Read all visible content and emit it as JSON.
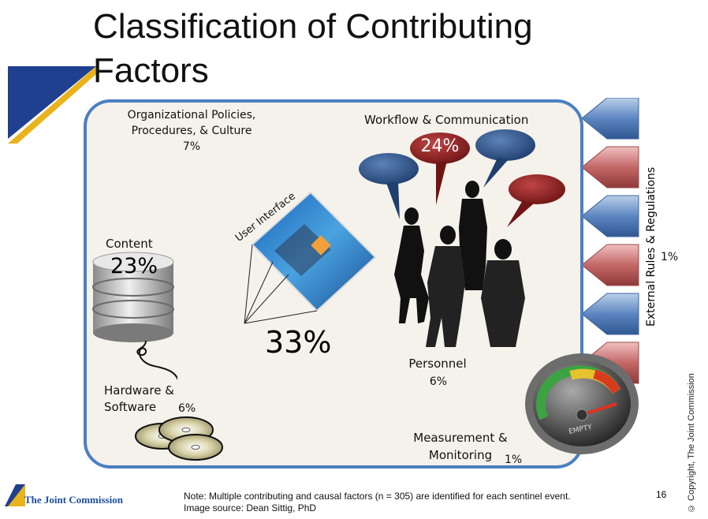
{
  "title": "Classification of Contributing Factors",
  "labels": {
    "org_policies": "Organizational Policies, Procedures, & Culture",
    "org_policies_pct": "7%",
    "workflow": "Workflow & Communication",
    "workflow_pct": "24%",
    "content": "Content",
    "content_pct": "23%",
    "user_interface": "User Interface",
    "user_interface_pct": "33%",
    "personnel": "Personnel",
    "personnel_pct": "6%",
    "hardware": "Hardware & Software",
    "hardware_pct": "6%",
    "measurement": "Measurement & Monitoring",
    "measurement_pct": "1%",
    "external": "External Rules & Regulations",
    "external_pct": "1%"
  },
  "gauge_text": "EMPTY",
  "footer": {
    "logo": "The Joint Commission",
    "note": "Note: Multiple contributing and causal factors (n = 305) are identified for each sentinel event.",
    "source": "Image source: Dean Sittig, PhD",
    "slide_number": "16",
    "copyright": "© Copyright, The Joint Commission"
  },
  "colors": {
    "border": "#4c7ec2",
    "box_fill": "#f4f2ea",
    "bubble_blue": "#2c4f82",
    "bubble_red": "#8c1f1f",
    "arrow_blue": "#4f7ab8",
    "arrow_red": "#b05050",
    "accent_yellow": "#e9b31c",
    "accent_navy": "#1f3f8f"
  }
}
